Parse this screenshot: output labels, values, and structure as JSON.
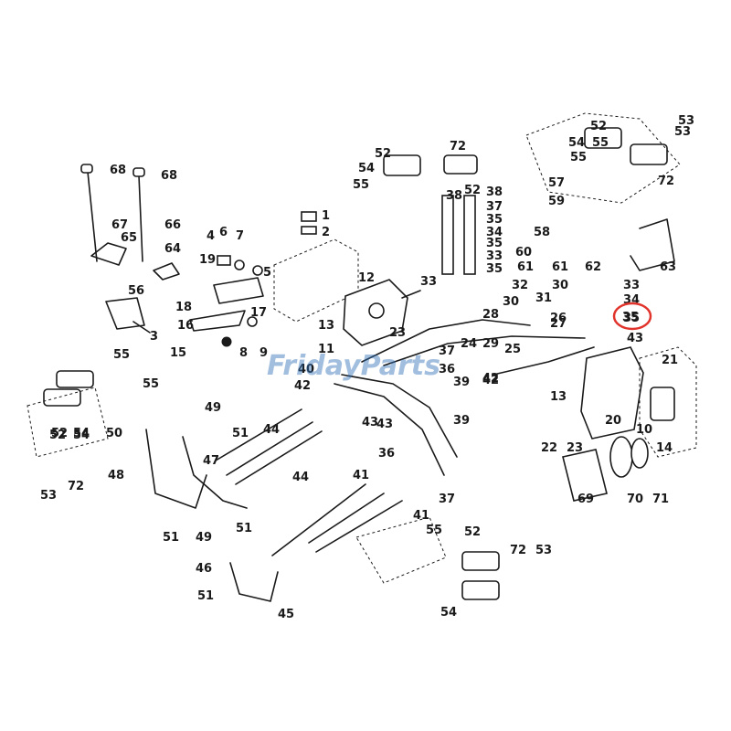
{
  "watermark": {
    "text": "FridayParts"
  },
  "highlight": {
    "part_number": "35",
    "color": "#e0342c"
  },
  "colors": {
    "ink": "#1a1a1a",
    "background": "#ffffff",
    "watermark": "#2f6fb5"
  },
  "callouts": [
    "68",
    "68",
    "67",
    "66",
    "65",
    "64",
    "56",
    "3",
    "4",
    "6",
    "7",
    "5",
    "19",
    "18",
    "16",
    "15",
    "17",
    "8",
    "9",
    "1",
    "2",
    "12",
    "13",
    "11",
    "23",
    "40",
    "42",
    "43",
    "52",
    "72",
    "54",
    "55",
    "52",
    "38",
    "38",
    "37",
    "35",
    "34",
    "35",
    "33",
    "35",
    "33",
    "32",
    "30",
    "31",
    "30",
    "28",
    "27",
    "26",
    "24",
    "29",
    "25",
    "37",
    "36",
    "39",
    "39",
    "42",
    "52",
    "55",
    "53",
    "54",
    "55",
    "57",
    "59",
    "58",
    "60",
    "61",
    "61",
    "62",
    "63",
    "72",
    "53",
    "33",
    "34",
    "35",
    "43",
    "21",
    "10",
    "14",
    "20",
    "13",
    "22",
    "23",
    "69",
    "70",
    "71",
    "55",
    "55",
    "52",
    "54",
    "50",
    "49",
    "51",
    "47",
    "48",
    "51",
    "49",
    "51",
    "46",
    "51",
    "45",
    "44",
    "44",
    "41",
    "41",
    "36",
    "37",
    "55",
    "52",
    "72",
    "53",
    "54",
    "53",
    "72",
    "52",
    "54",
    "42",
    "43"
  ]
}
